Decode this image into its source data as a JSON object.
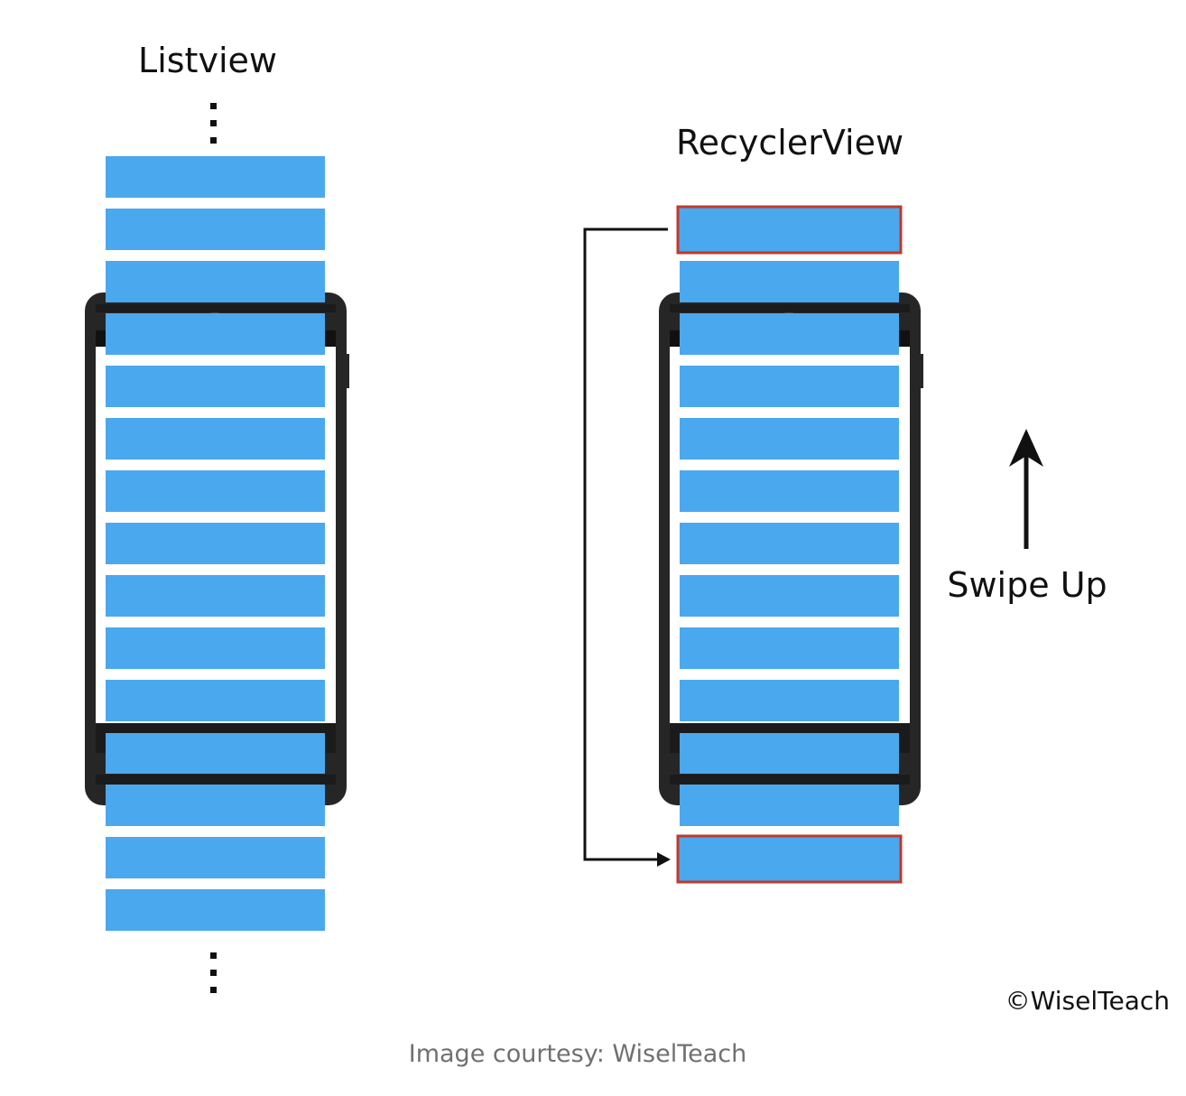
{
  "listview": {
    "title": "Listview",
    "visible_item_count": 15
  },
  "recyclerview": {
    "title": "RecyclerView",
    "visible_item_count": 13,
    "recycled_items": [
      "top",
      "bottom"
    ]
  },
  "gesture_label": "Swipe Up",
  "watermark": "©WiselTeach",
  "caption": "Image courtesy: WiselTeach",
  "colors": {
    "item_fill": "#4aa8ee",
    "phone_body": "#262626",
    "recycled_border": "#c0392b",
    "screen": "#ffffff",
    "caption_text": "#707070"
  }
}
